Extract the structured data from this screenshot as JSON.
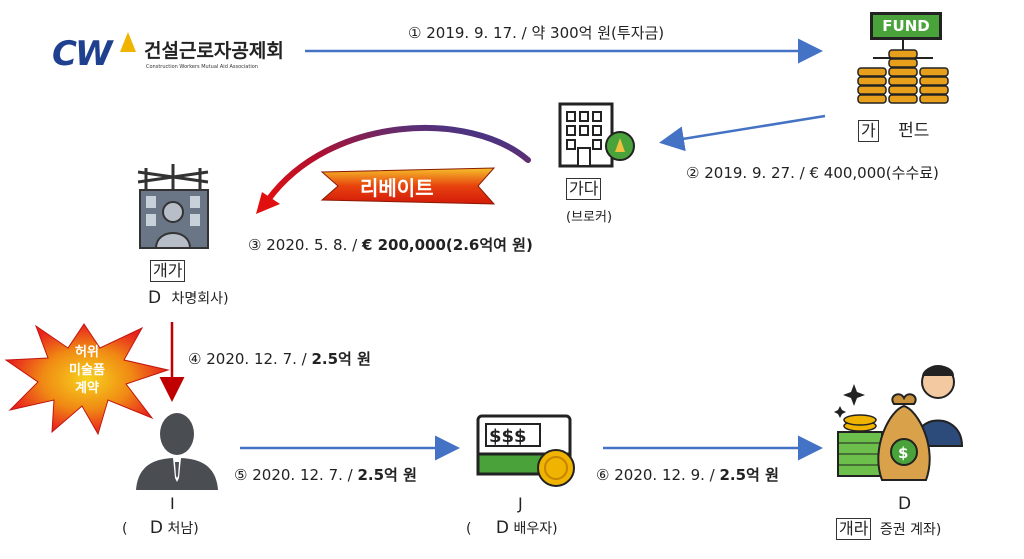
{
  "logo": {
    "brand": "CW",
    "name_ko": "건설근로자공제회",
    "name_en": "Construction Workers Mutual Aid Association"
  },
  "fund": {
    "badge": "FUND",
    "prefix": "가",
    "name": "펀드"
  },
  "broker": {
    "name": "가다",
    "role": "(브로커)"
  },
  "shell_company": {
    "name": "개가",
    "prefix": "D",
    "suffix": "차명회사)"
  },
  "rebate": {
    "label": "리베이트"
  },
  "fake_contract": {
    "line1": "허위",
    "line2": "미술품",
    "line3": "계약"
  },
  "person_i": {
    "letter": "I",
    "prefix": "(",
    "d": "D",
    "suffix": "처남)"
  },
  "person_j": {
    "letter": "J",
    "prefix": "(",
    "d": "D",
    "suffix": "배우자)"
  },
  "person_d": {
    "letter": "D",
    "boxed": "개라",
    "suffix": "증권 계좌)"
  },
  "flows": {
    "f1": {
      "num": "①",
      "text": "2019. 9. 17. / 약 300억 원(투자금)"
    },
    "f2": {
      "num": "②",
      "text": "2019. 9. 27. / € 400,000(수수료)"
    },
    "f3": {
      "num": "③",
      "date": "2020. 5. 8. /",
      "amount": "€ 200,000(2.6억여 원)"
    },
    "f4": {
      "num": "④",
      "date": "2020. 12. 7. /",
      "amount": "2.5억 원"
    },
    "f5": {
      "num": "⑤",
      "date": "2020. 12. 7. /",
      "amount": "2.5억 원"
    },
    "f6": {
      "num": "⑥",
      "date": "2020. 12. 9. /",
      "amount": "2.5억 원"
    }
  },
  "colors": {
    "arrow_blue": "#4472c4",
    "arrow_red": "#c00000",
    "logo_blue": "#1f3f8f",
    "logo_gold": "#f0b400",
    "fund_green": "#4aa33a",
    "coin_gold": "#e8a01c",
    "flag_red": "#e8221e",
    "flag_yellow": "#f7d21c"
  }
}
